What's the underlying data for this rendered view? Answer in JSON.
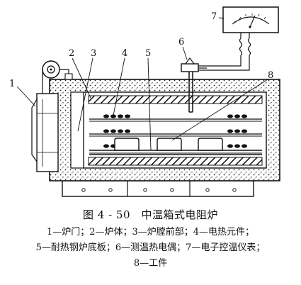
{
  "figure": {
    "title": "图 4 - 50　中温箱式电阻炉",
    "legend_lines": [
      "1—炉门；2—炉体；3—炉膛前部；4—电热元件；",
      "5—耐热钢炉底板；6—测温热电偶；7—电子控温仪表；",
      "8—工件"
    ]
  },
  "callouts": [
    "1",
    "2",
    "3",
    "4",
    "5",
    "6",
    "7",
    "8"
  ]
}
